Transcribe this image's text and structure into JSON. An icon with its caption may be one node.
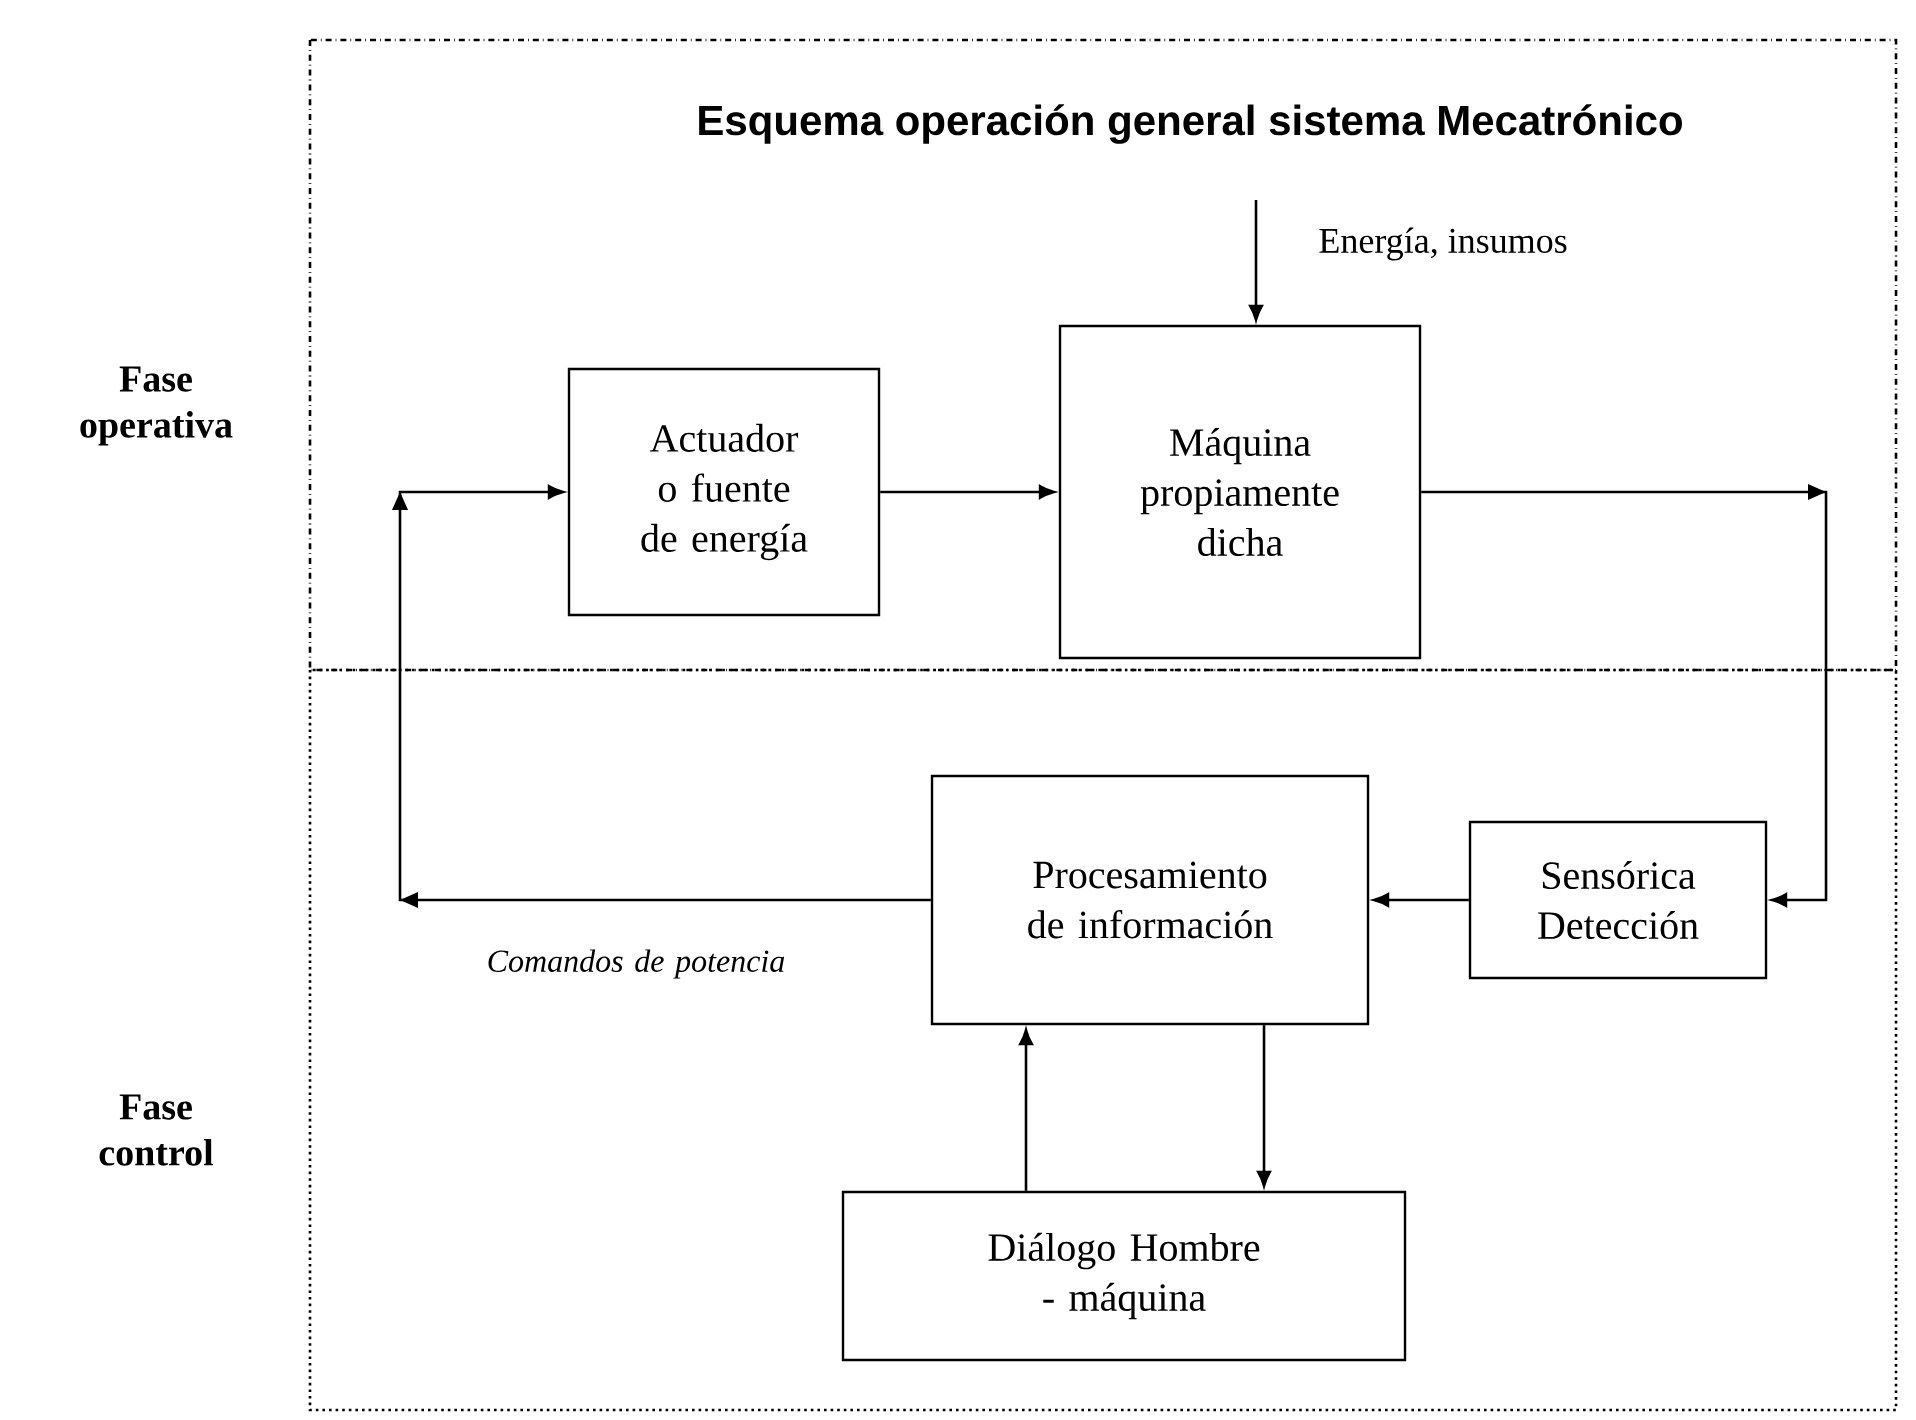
{
  "diagram": {
    "title": "Esquema operación general sistema Mecatrónico",
    "nodes": [
      {
        "text": [
          "Fase operativa"
        ]
      },
      {
        "text": [
          "Actuador o fuente de energía"
        ],
        "in": 0
      },
      {
        "text": [
          "Máquina propiamente dicha"
        ],
        "in": 0
      },
      {
        "text": [
          "Fase control"
        ]
      },
      {
        "text": [
          "Procesamiento de información"
        ],
        "in": 3
      },
      {
        "text": [
          "Sensórica Detección"
        ],
        "in": 3
      },
      {
        "text": [
          "Diálogo Hombre - máquina"
        ],
        "in": 3
      }
    ],
    "edges": [
      {
        "from": null,
        "to": 2,
        "arrow": "to",
        "label": "Energía, insumos"
      },
      {
        "from": 1,
        "to": 2,
        "arrow": "to"
      },
      {
        "from": 2,
        "to": 5,
        "arrow": "to"
      },
      {
        "from": 5,
        "to": 4,
        "arrow": "to"
      },
      {
        "from": 4,
        "to": 1,
        "arrow": "to",
        "label": "Comandos de potencia"
      },
      {
        "from": 6,
        "to": 4,
        "arrow": "to"
      },
      {
        "from": 4,
        "to": 6,
        "arrow": "to"
      }
    ]
  }
}
